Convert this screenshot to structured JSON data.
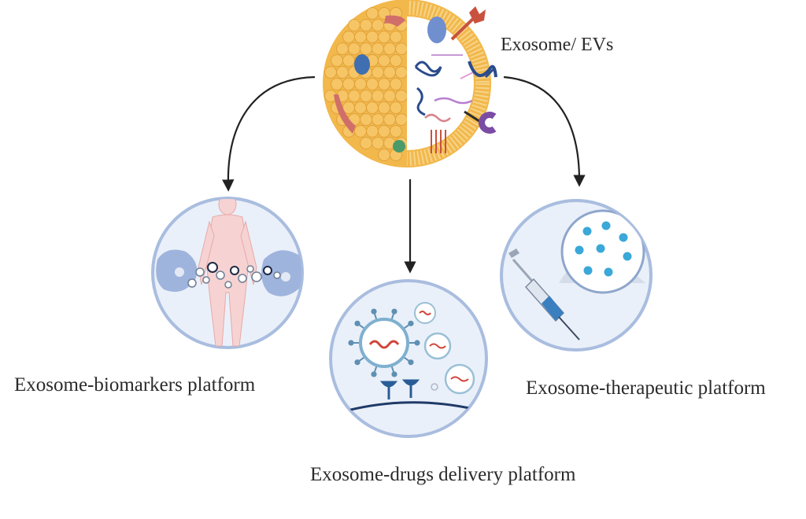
{
  "center": {
    "label": "Exosome/ EVs",
    "icon": "exosome-icon"
  },
  "platforms": {
    "biomarkers": {
      "label": "Exosome-biomarkers platform",
      "icon": "human-body-icon"
    },
    "drugs": {
      "label": "Exosome-drugs delivery platform",
      "icon": "drug-loaded-vesicle-icon"
    },
    "therapeutic": {
      "label": "Exosome-therapeutic platform",
      "icon": "syringe-icon"
    }
  },
  "colors": {
    "exosome_fill": "#f2b84b",
    "exosome_outline": "#e3a23a",
    "circle_fill": "#e9eef8",
    "circle_stroke": "#a9bddf",
    "blob_fill": "#9fb4dd",
    "arrow": "#222222",
    "rna": "#d0453a",
    "receptor": "#2a5d98",
    "dot": "#3aa8d8"
  }
}
